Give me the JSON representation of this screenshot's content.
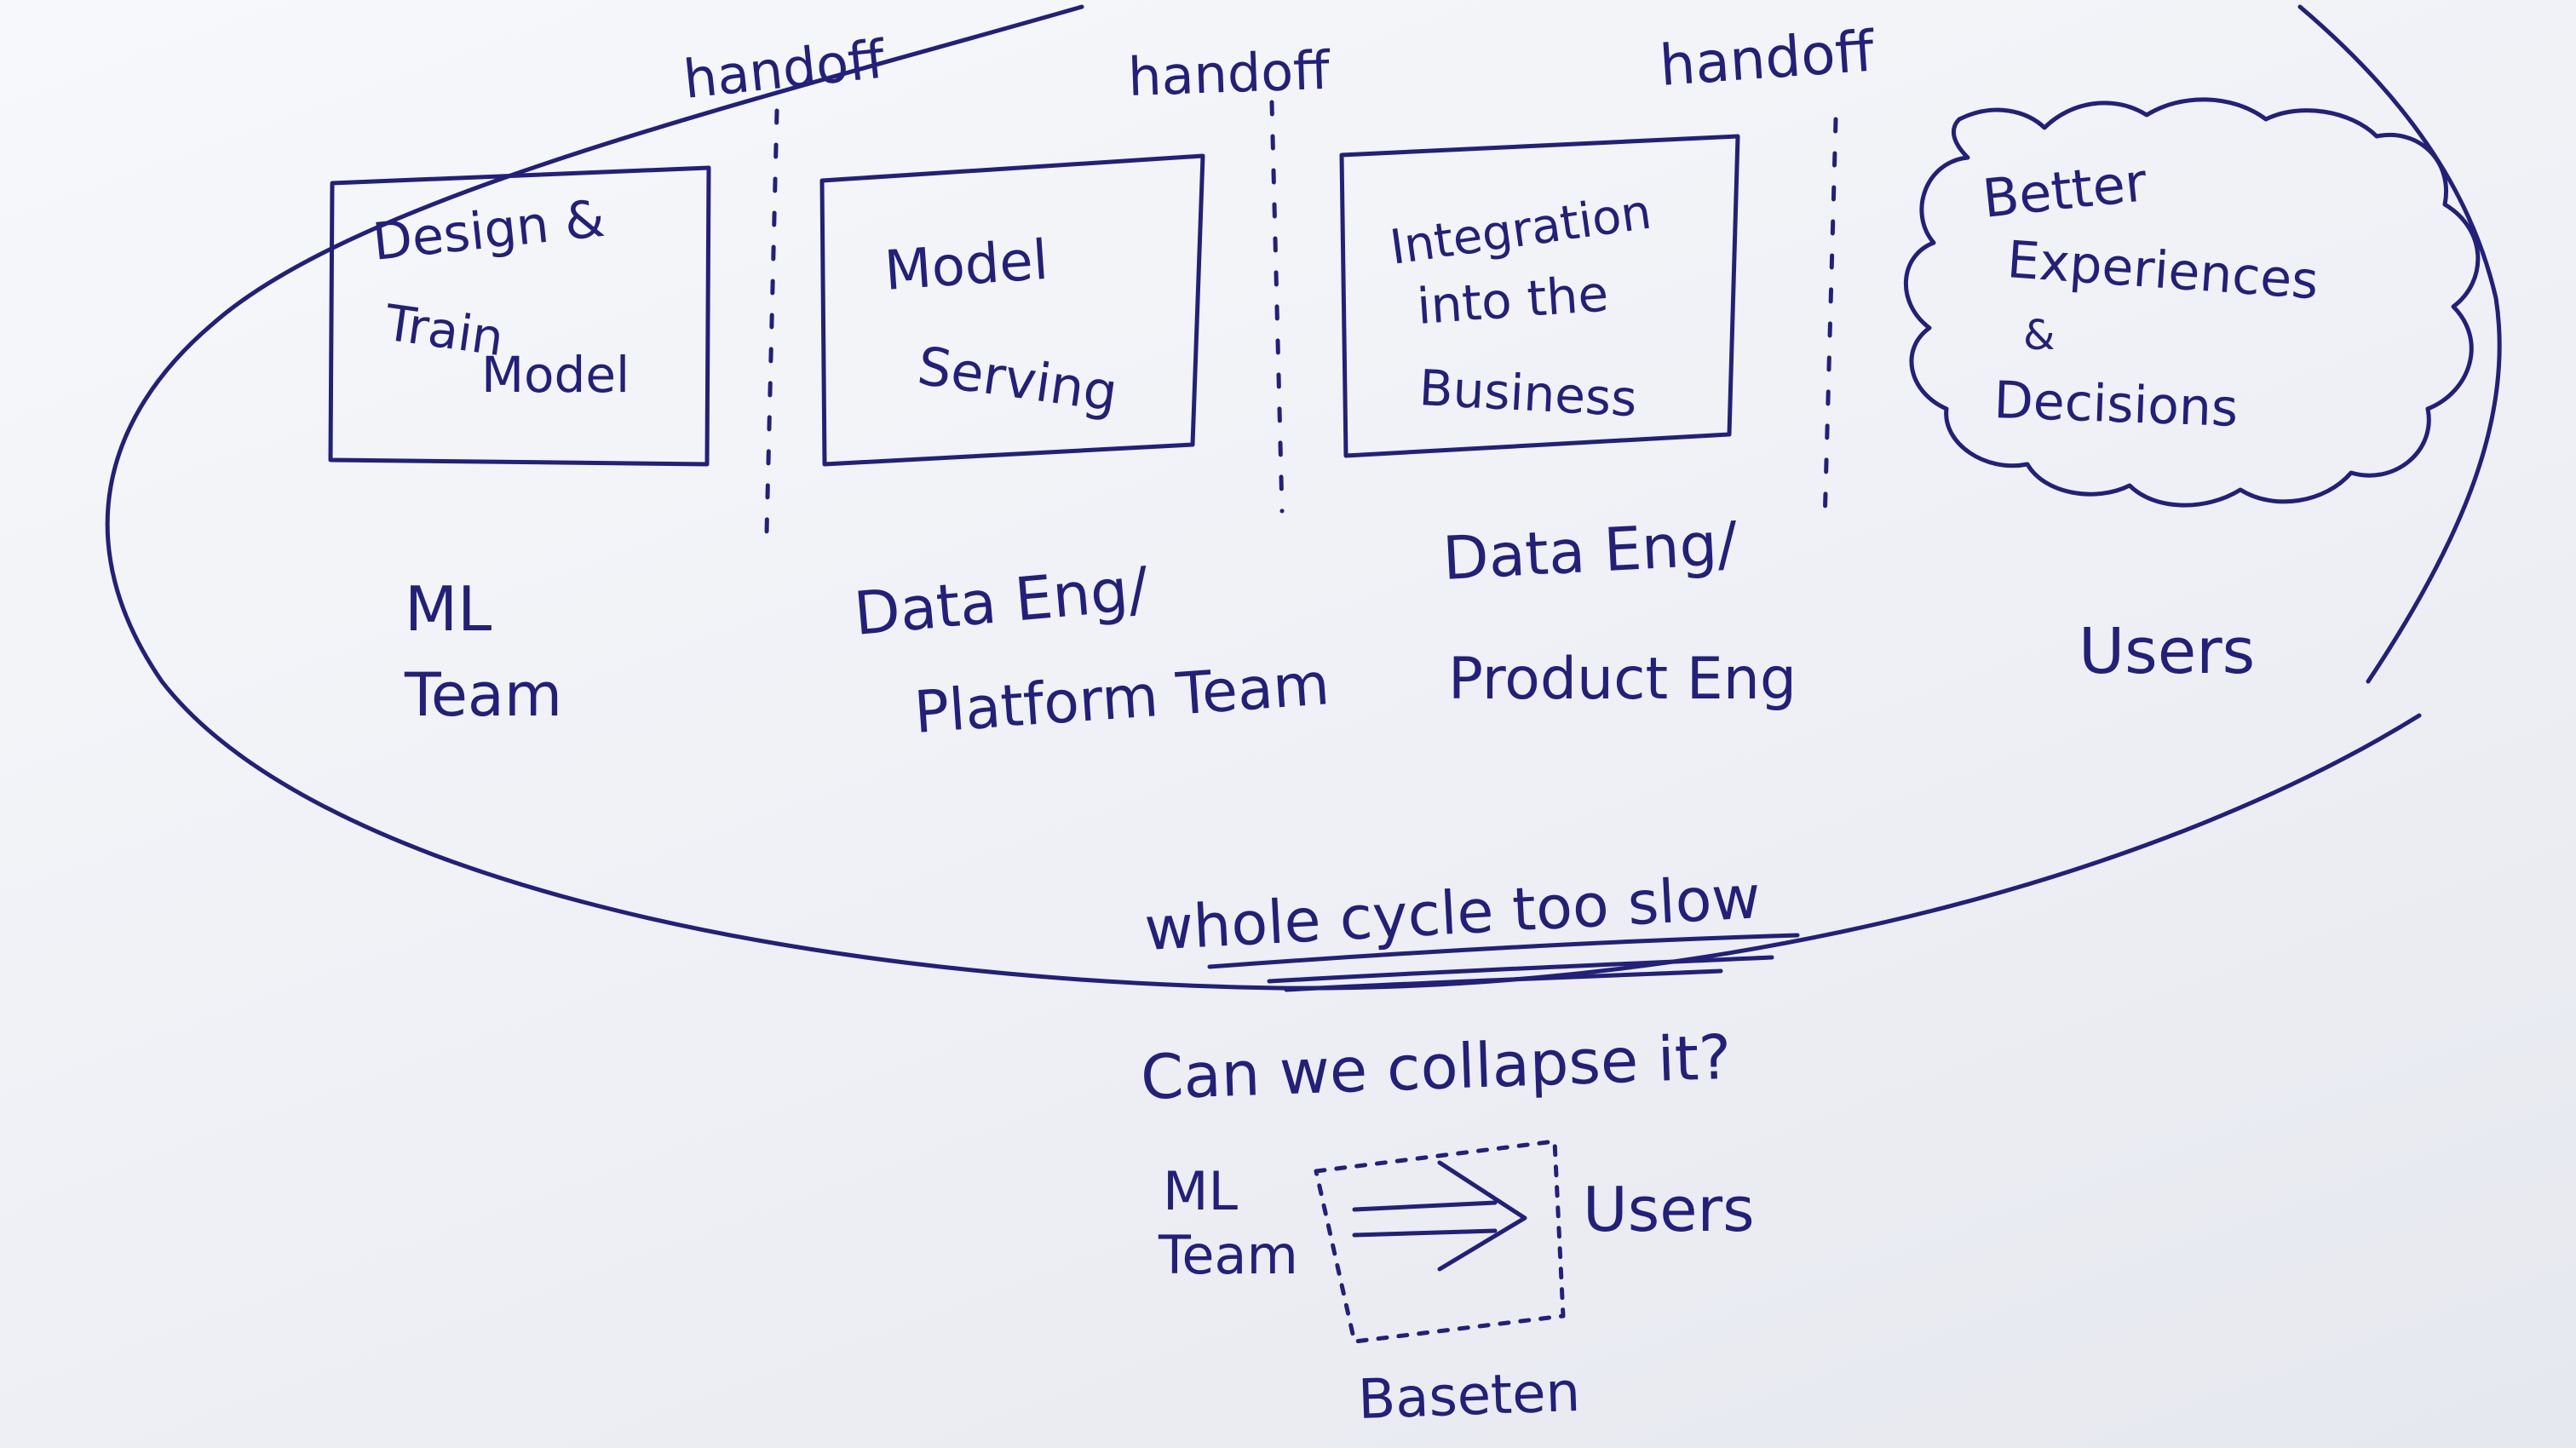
{
  "colors": {
    "ink": "#22207a",
    "paper": "#f1f2f6"
  },
  "handoffs": [
    "handoff",
    "handoff",
    "handoff"
  ],
  "stages": [
    {
      "lines": [
        "Design &",
        "Train",
        "Model"
      ],
      "owner": [
        "ML",
        "Team"
      ]
    },
    {
      "lines": [
        "Model",
        "Serving"
      ],
      "owner": [
        "Data Eng/",
        "Platform Team"
      ]
    },
    {
      "lines": [
        "Integration",
        "into the",
        "Business"
      ],
      "owner": [
        "Data Eng/",
        "Product Eng"
      ]
    },
    {
      "lines": [
        "Better",
        "Experiences",
        "&",
        "Decisions"
      ],
      "owner": [
        "Users"
      ]
    }
  ],
  "cycle_note": "whole cycle too slow",
  "question": "Can we collapse it?",
  "collapsed": {
    "left": [
      "ML",
      "Team"
    ],
    "right": "Users",
    "bottom": "Baseten"
  }
}
